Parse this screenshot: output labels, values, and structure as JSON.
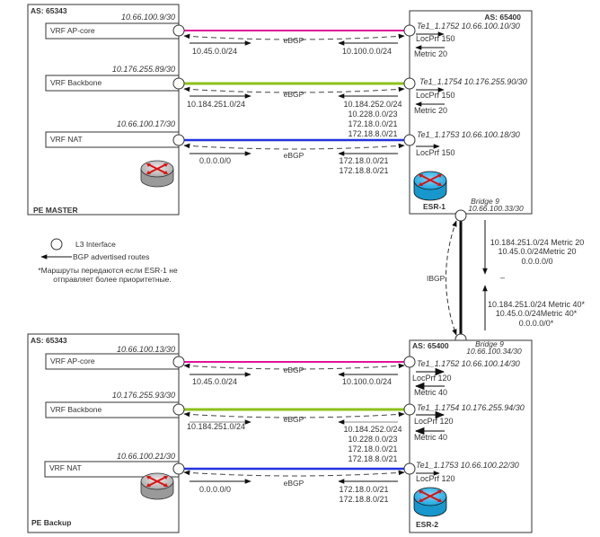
{
  "pe_master": {
    "as_label": "AS: 65343",
    "name": "PE MASTER",
    "vrfs": [
      {
        "label": "VRF AP-core",
        "ip": "10.66.100.9/30"
      },
      {
        "label": "VRF Backbone",
        "ip": "10.176.255.89/30"
      },
      {
        "label": "VRF  NAT",
        "ip": "10.66.100.17/30"
      }
    ]
  },
  "esr1": {
    "as_label": "AS: 65400",
    "name": "ESR-1",
    "interfaces": [
      {
        "label": "Te1_1.1752 10.66.100.10/30",
        "locprf": "LocPrf 150",
        "metric": "Metric 20"
      },
      {
        "label": "Te1_1.1754 10.176.255.90/30",
        "locprf": "LocPrf 150",
        "metric": "Metric 20"
      },
      {
        "label": "Te1_1.1753 10.66.100.18/30",
        "locprf": "LocPrf 150",
        "metric": ""
      }
    ],
    "bridge_name": "Bridge 9",
    "bridge_ip": "10.66.100.33/30"
  },
  "pe_backup": {
    "as_label": "AS: 65343",
    "name": "PE Backup",
    "vrfs": [
      {
        "label": "VRF AP-core",
        "ip": "10.66.100.13/30"
      },
      {
        "label": "VRF Backbone",
        "ip": "10.176.255.93/30"
      },
      {
        "label": "VRF  NAT",
        "ip": "10.66.100.21/30"
      }
    ]
  },
  "esr2": {
    "as_label": "AS: 65400",
    "name": "ESR-2",
    "interfaces": [
      {
        "label": "Te1_1.1752 10.66.100.14/30",
        "locprf": "LocPrf 120",
        "metric": "Metric 40"
      },
      {
        "label": "Te1_1.1754 10.176.255.94/30",
        "locprf": "LocPrf 120",
        "metric": "Metric 40"
      },
      {
        "label": "Te1_1.1753 10.66.100.22/30",
        "locprf": "LocPrf 120",
        "metric": ""
      }
    ],
    "bridge_name": "Bridge 9",
    "bridge_ip": "10.66.100.34/30"
  },
  "links": [
    {
      "protocol": "eBGP",
      "color": "#e0129a",
      "left_routes": [
        "10.45.0.0/24"
      ],
      "right_routes": [
        "10.100.0.0/24"
      ]
    },
    {
      "protocol": "eBGP",
      "color": "#8cc21a",
      "left_routes": [
        "10.184.251.0/24"
      ],
      "right_routes": [
        "10.184.252.0/24",
        "10.228.0.0/23",
        "172.18.0.0/21",
        "172.18.8.0/21"
      ]
    },
    {
      "protocol": "eBGP",
      "color": "#2233dd",
      "left_routes": [
        "0.0.0.0/0"
      ],
      "right_routes": [
        "172.18.0.0/21",
        "172.18.8.0/21"
      ]
    }
  ],
  "ibgp": {
    "label": "IBGP",
    "down_routes": [
      "10.184.251.0/24 Metric 20",
      "10.45.0.0/24Metric 20",
      "0.0.0.0/0"
    ],
    "up_routes": [
      "10.184.251.0/24 Metric 40*",
      "10.45.0.0/24Metric 40*",
      "0.0.0.0/0*"
    ],
    "separator": "–"
  },
  "legend": {
    "l3_interface": "L3 Interface",
    "bgp_routes": "BGP advertised routes",
    "note_line1": "*Маршруты передаются если ESR-1 не",
    "note_line2": "отправляет более приоритетные."
  },
  "colors": {
    "esr_router": "#1aa6e0",
    "pe_router": "#b8b8b8",
    "router_arrows": "#dd1111"
  }
}
